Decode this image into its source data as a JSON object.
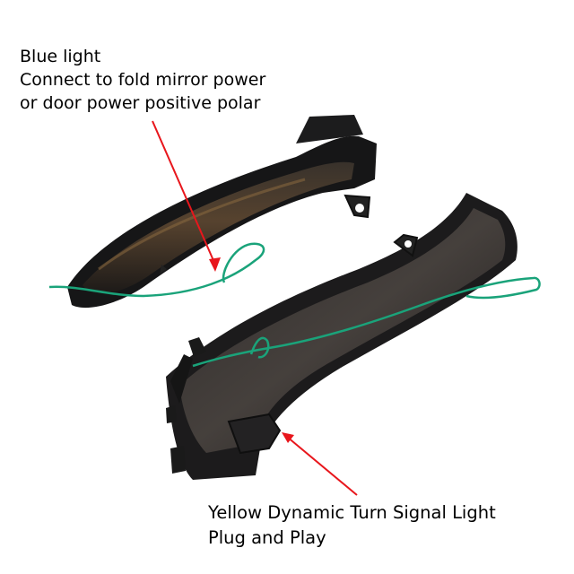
{
  "annotations": {
    "top": {
      "line1": "Blue light",
      "line2": "Connect to fold mirror power",
      "line3": "or door power positive polar"
    },
    "bottom": {
      "line1": "Yellow Dynamic Turn Signal Light",
      "line2": "Plug and Play"
    }
  },
  "colors": {
    "arrow": "#e8161c",
    "wire": "#1aa37a",
    "housing": "#1b1b1d",
    "lens": "#2a2420",
    "background": "#ffffff"
  }
}
